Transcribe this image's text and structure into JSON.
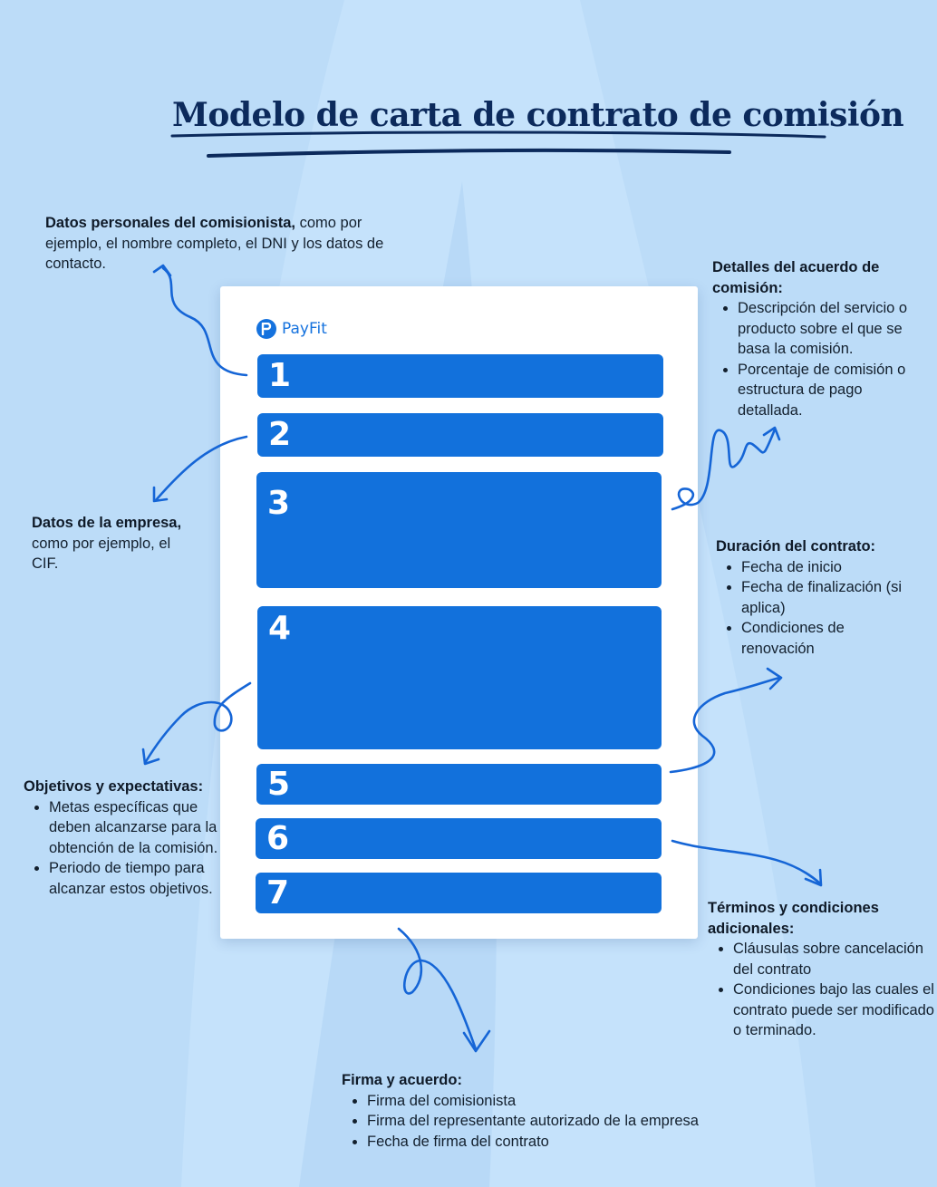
{
  "title": "Modelo de carta de contrato de comisión",
  "logo": {
    "text": "PayFit",
    "icon": "payfit-logo-icon"
  },
  "colors": {
    "background": "#c5e2fb",
    "accent": "#1271dc",
    "title": "#0c2a5c"
  },
  "blocks": [
    "1",
    "2",
    "3",
    "4",
    "5",
    "6",
    "7"
  ],
  "notes": {
    "personal": {
      "heading": "Datos personales del comisionista,",
      "text": " como por ejemplo, el nombre completo, el DNI y los datos de contacto."
    },
    "company": {
      "heading": "Datos de la empresa,",
      "text": "como por ejemplo, el CIF."
    },
    "objectives": {
      "heading": "Objetivos y expectativas:",
      "items": [
        "Metas específicas que deben alcanzarse para la obtención de la comisión.",
        "Periodo de tiempo para alcanzar estos objetivos."
      ]
    },
    "details": {
      "heading": "Detalles del acuerdo de comisión:",
      "items": [
        "Descripción del servicio o producto sobre el que se basa la comisión.",
        "Porcentaje de comisión o estructura de pago detallada."
      ]
    },
    "duration": {
      "heading": "Duración del contrato:",
      "items": [
        "Fecha de inicio",
        "Fecha de finalización (si aplica)",
        "Condiciones de renovación"
      ]
    },
    "terms": {
      "heading": "Términos y condiciones adicionales:",
      "items": [
        "Cláusulas sobre cancelación del contrato",
        "Condiciones bajo las cuales el contrato puede ser modificado o terminado."
      ]
    },
    "signature": {
      "heading": "Firma y acuerdo:",
      "items": [
        "Firma del comisionista",
        "Firma del representante autorizado de la empresa",
        "Fecha de firma del contrato"
      ]
    }
  }
}
